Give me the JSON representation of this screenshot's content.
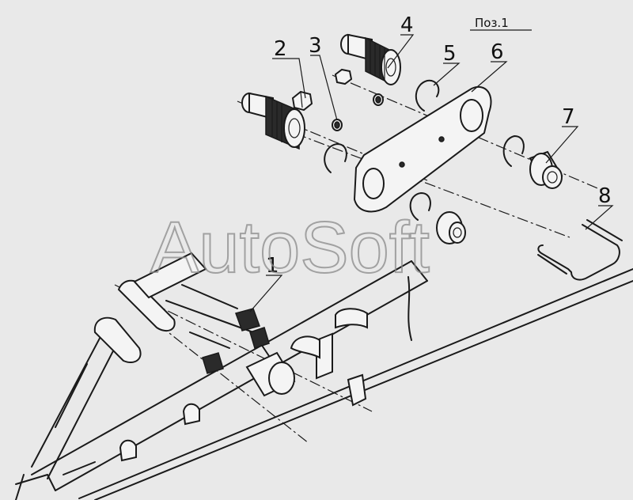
{
  "position_label": "Поз.1",
  "callouts": [
    "1",
    "2",
    "3",
    "4",
    "5",
    "6",
    "7",
    "8"
  ],
  "watermark": "AutoSoft"
}
